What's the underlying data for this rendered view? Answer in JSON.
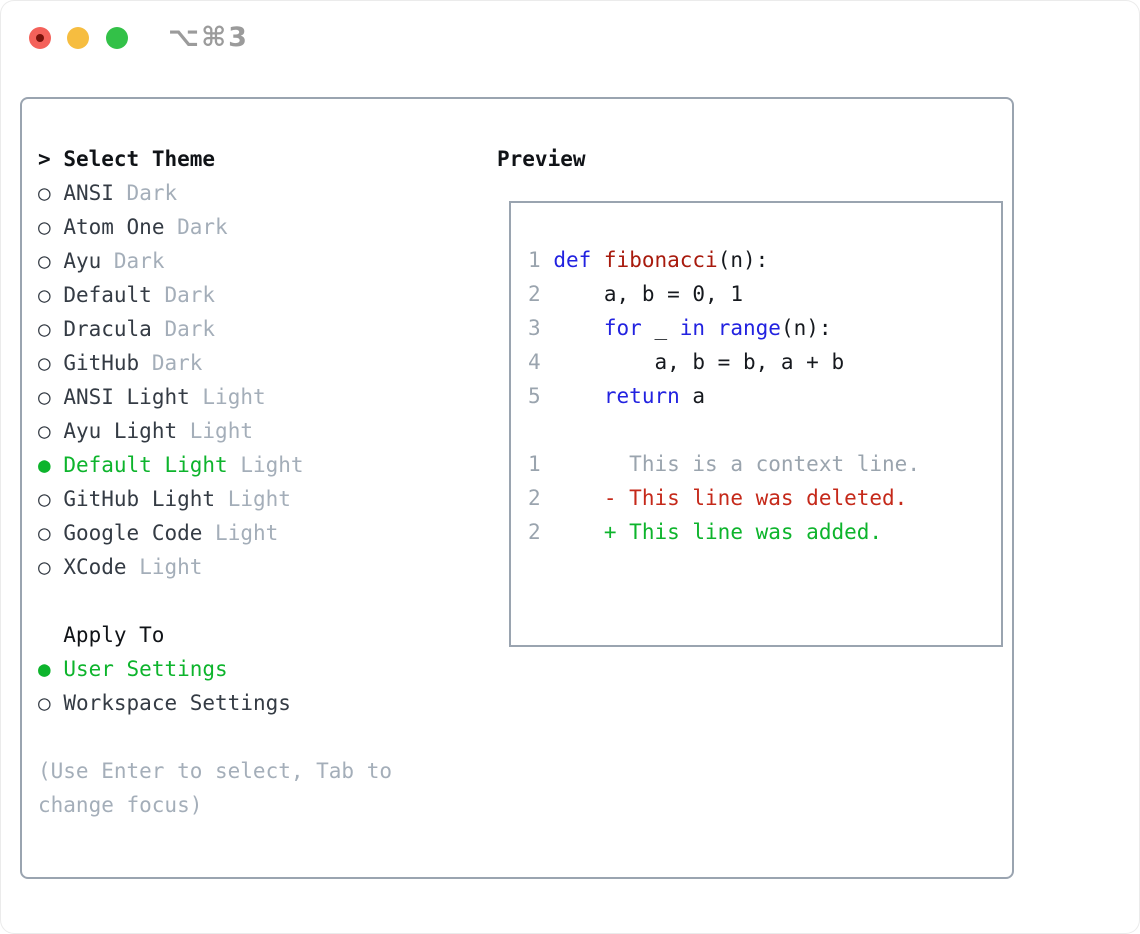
{
  "colors": {
    "light-red": "#f4615a",
    "light-red-dot": "#79120b",
    "light-yellow": "#f6bd40",
    "light-green": "#33c148",
    "title-gray": "#9b9b9b",
    "border": "#9aa4b0",
    "ink": "#343b44",
    "ink-strong": "#101317",
    "muted": "#a4aeb9",
    "green": "#0db42c",
    "gutter": "#9aa4ae",
    "code-ink": "#16191e",
    "kw-blue": "#2222e0",
    "fn-red": "#a81a0d",
    "diff-red": "#c5291a"
  },
  "titlebar": {
    "title": "⌥⌘3"
  },
  "sidebar": {
    "header": {
      "marker": ">",
      "label": "Select Theme"
    },
    "themes": [
      {
        "marker": "○",
        "name": "ANSI",
        "tag": "Dark",
        "selected": false
      },
      {
        "marker": "○",
        "name": "Atom One",
        "tag": "Dark",
        "selected": false
      },
      {
        "marker": "○",
        "name": "Ayu",
        "tag": "Dark",
        "selected": false
      },
      {
        "marker": "○",
        "name": "Default",
        "tag": "Dark",
        "selected": false
      },
      {
        "marker": "○",
        "name": "Dracula",
        "tag": "Dark",
        "selected": false
      },
      {
        "marker": "○",
        "name": "GitHub",
        "tag": "Dark",
        "selected": false
      },
      {
        "marker": "○",
        "name": "ANSI Light",
        "tag": "Light",
        "selected": false
      },
      {
        "marker": "○",
        "name": "Ayu Light",
        "tag": "Light",
        "selected": false
      },
      {
        "marker": "●",
        "name": "Default Light",
        "tag": "Light",
        "selected": true
      },
      {
        "marker": "○",
        "name": "GitHub Light",
        "tag": "Light",
        "selected": false
      },
      {
        "marker": "○",
        "name": "Google Code",
        "tag": "Light",
        "selected": false
      },
      {
        "marker": "○",
        "name": "XCode",
        "tag": "Light",
        "selected": false
      }
    ],
    "apply_to": {
      "label": "Apply To",
      "options": [
        {
          "marker": "●",
          "name": "User Settings",
          "selected": true
        },
        {
          "marker": "○",
          "name": "Workspace Settings",
          "selected": false
        }
      ]
    },
    "hint": "(Use Enter to select, Tab to change focus)"
  },
  "preview": {
    "header": "Preview",
    "lines": [
      {
        "num": "1",
        "tokens": [
          {
            "t": "def",
            "c": "kw"
          },
          {
            "t": " ",
            "c": "plain"
          },
          {
            "t": "fibonacci",
            "c": "fn"
          },
          {
            "t": "(n):",
            "c": "plain"
          }
        ]
      },
      {
        "num": "2",
        "tokens": [
          {
            "t": "    a, b = 0, 1",
            "c": "plain"
          }
        ]
      },
      {
        "num": "3",
        "tokens": [
          {
            "t": "    ",
            "c": "plain"
          },
          {
            "t": "for",
            "c": "kw"
          },
          {
            "t": " _ ",
            "c": "plain"
          },
          {
            "t": "in",
            "c": "kw"
          },
          {
            "t": " ",
            "c": "plain"
          },
          {
            "t": "range",
            "c": "kw"
          },
          {
            "t": "(n):",
            "c": "plain"
          }
        ]
      },
      {
        "num": "4",
        "tokens": [
          {
            "t": "        a, b = b, a + b",
            "c": "plain"
          }
        ]
      },
      {
        "num": "5",
        "tokens": [
          {
            "t": "    ",
            "c": "plain"
          },
          {
            "t": "return",
            "c": "kw"
          },
          {
            "t": " a",
            "c": "plain"
          }
        ]
      },
      {
        "num": "",
        "tokens": []
      },
      {
        "num": "1",
        "tokens": [
          {
            "t": "      This is a context line.",
            "c": "ctx"
          }
        ]
      },
      {
        "num": "2",
        "tokens": [
          {
            "t": "    - This line was deleted.",
            "c": "del"
          }
        ]
      },
      {
        "num": "2",
        "tokens": [
          {
            "t": "    + This line was added.",
            "c": "add"
          }
        ]
      }
    ]
  }
}
